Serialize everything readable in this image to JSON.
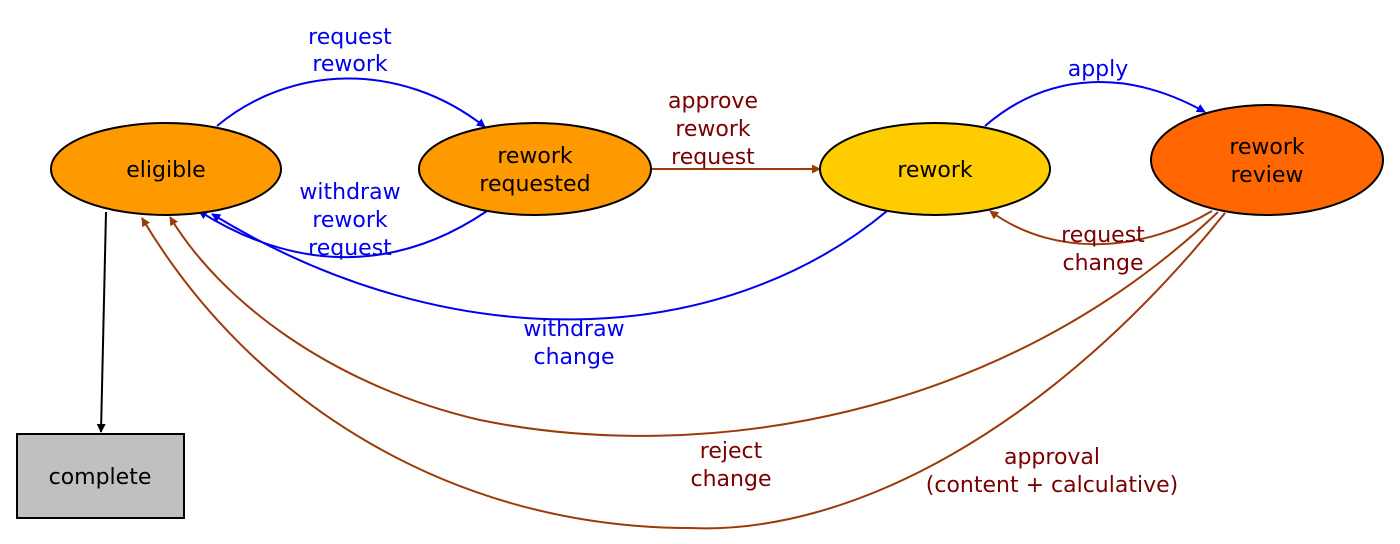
{
  "colors": {
    "blue_edge": "#0000ee",
    "red_edge": "#9c3a0a",
    "black_edge": "#000000",
    "blue_label": "#0000ee",
    "red_label": "#7a0000",
    "eligible_fill": "#ff9900",
    "rework_requested_fill": "#ff9900",
    "rework_fill": "#ffcc00",
    "rework_review_fill": "#ff6600",
    "complete_fill": "#c0c0c0"
  },
  "nodes": {
    "eligible": {
      "label": "eligible"
    },
    "rework_requested": {
      "line1": "rework",
      "line2": "requested"
    },
    "rework": {
      "label": "rework"
    },
    "rework_review": {
      "line1": "rework",
      "line2": "review"
    },
    "complete": {
      "label": "complete"
    }
  },
  "edges": {
    "request_rework": {
      "line1": "request",
      "line2": "rework"
    },
    "withdraw_rework_request": {
      "line1": "withdraw",
      "line2": "rework",
      "line3": "request"
    },
    "approve_rework_request": {
      "line1": "approve",
      "line2": "rework",
      "line3": "request"
    },
    "apply": {
      "label": "apply"
    },
    "request_change": {
      "line1": "request",
      "line2": "change"
    },
    "withdraw_change": {
      "line1": "withdraw",
      "line2": "change"
    },
    "reject_change": {
      "line1": "reject",
      "line2": "change"
    },
    "approval": {
      "line1": "approval",
      "line2": "(content + calculative)"
    }
  }
}
